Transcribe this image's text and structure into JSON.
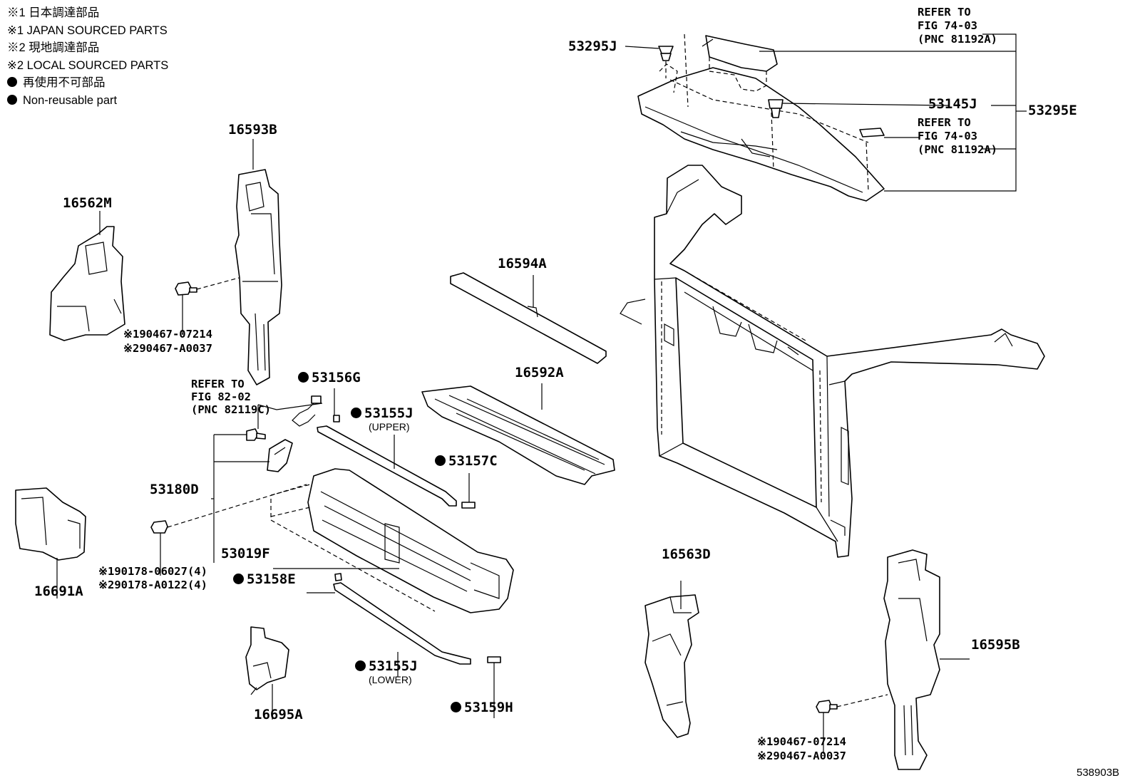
{
  "legend": {
    "line1": "※1 日本調達部品",
    "line2": "※1 JAPAN SOURCED PARTS",
    "line3": "※2 現地調達部品",
    "line4": "※2 LOCAL SOURCED PARTS",
    "line5": "再使用不可部品",
    "line6": "Non-reusable part"
  },
  "labels": {
    "p16593B": "16593B",
    "p16562M": "16562M",
    "p16594A": "16594A",
    "p16592A": "16592A",
    "p53156G": "53156G",
    "p53155J_upper": "53155J",
    "upper": "(UPPER)",
    "p53157C": "53157C",
    "p53180D": "53180D",
    "p53019F": "53019F",
    "p53158E": "53158E",
    "p53155J_lower": "53155J",
    "lower": "(LOWER)",
    "p53159H": "53159H",
    "p16691A": "16691A",
    "p16695A": "16695A",
    "p16563D": "16563D",
    "p16595B": "16595B",
    "p53295J": "53295J",
    "p53145J": "53145J",
    "p53295E": "53295E",
    "bolt_a1": "※190467-07214",
    "bolt_a2": "※290467-A0037",
    "bolt_b1": "※190178-06027(4)",
    "bolt_b2": "※290178-A0122(4)",
    "bolt_c1": "※190467-07214",
    "bolt_c2": "※290467-A0037",
    "figure_id": "538903B"
  },
  "refs": {
    "ref_top1": "REFER TO",
    "ref_top2": "FIG 74-03",
    "ref_top3": "(PNC 81192A)",
    "ref_mid1": "REFER TO",
    "ref_mid2": "FIG 74-03",
    "ref_mid3": "(PNC 81192A)",
    "ref_left1": "REFER TO",
    "ref_left2": "FIG 82-02",
    "ref_left3": "(PNC 82119C)"
  }
}
